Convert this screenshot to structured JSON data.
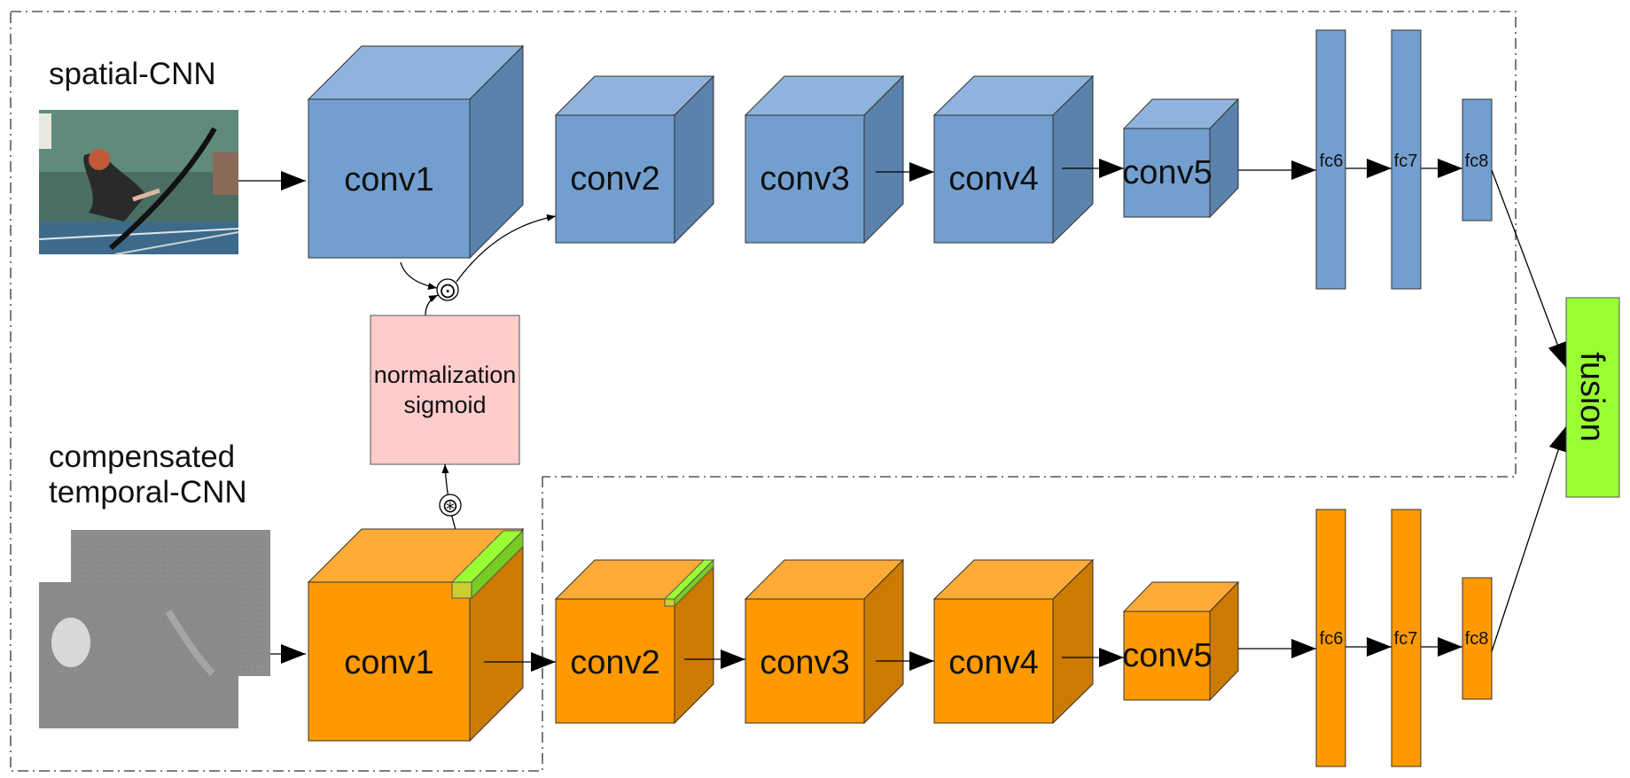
{
  "streams": {
    "spatial": {
      "title": "spatial-CNN",
      "colors": {
        "front": "#729fcf",
        "top": "#8fb3dc",
        "side": "#5a82ad"
      },
      "conv_labels": [
        "conv1",
        "conv2",
        "conv3",
        "conv4",
        "conv5"
      ],
      "fc_labels": [
        "fc6",
        "fc7",
        "fc8"
      ]
    },
    "temporal": {
      "title_line1": "compensated",
      "title_line2": "temporal-CNN",
      "colors": {
        "front": "#ff9900",
        "top": "#ffab35",
        "side": "#cc7a00"
      },
      "conv_labels": [
        "conv1",
        "conv2",
        "conv3",
        "conv4",
        "conv5"
      ],
      "fc_labels": [
        "fc6",
        "fc7",
        "fc8"
      ]
    }
  },
  "gate": {
    "line1": "normalization",
    "line2": "sigmoid",
    "color": "#ffcccc",
    "multiply_symbol": "⊙",
    "conv_symbol": "⊛"
  },
  "fusion": {
    "label": "fusion",
    "color": "#99ff33"
  },
  "highlight_color": "#99ff33",
  "inputs": {
    "rgb_frame": "rgb-frame-image",
    "flow_frames": "optical-flow-images"
  }
}
